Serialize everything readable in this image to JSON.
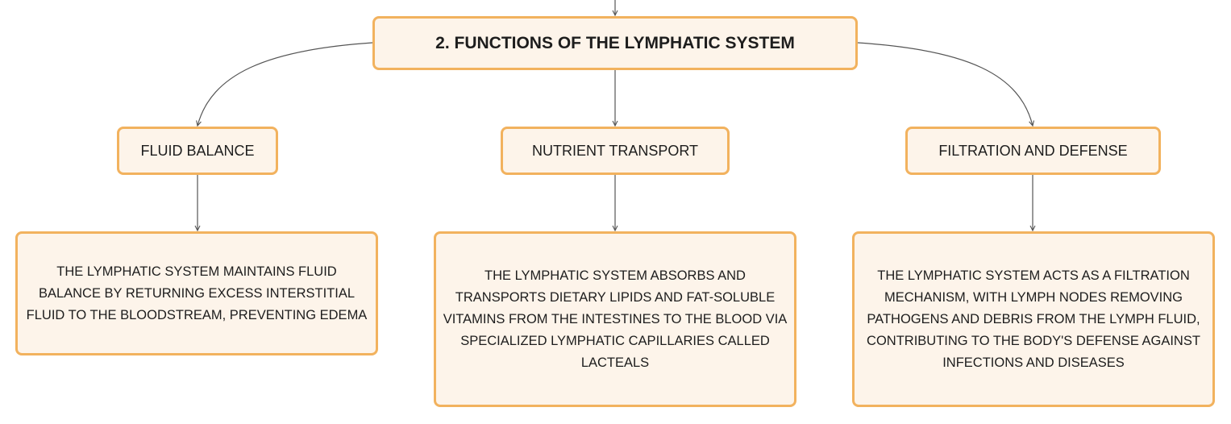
{
  "diagram": {
    "title": "2. FUNCTIONS OF THE LYMPHATIC SYSTEM",
    "branches": [
      {
        "label": "FLUID BALANCE",
        "description": "THE LYMPHATIC SYSTEM MAINTAINS FLUID BALANCE BY RETURNING EXCESS INTERSTITIAL FLUID TO THE BLOODSTREAM, PREVENTING EDEMA"
      },
      {
        "label": "NUTRIENT TRANSPORT",
        "description": "THE LYMPHATIC SYSTEM ABSORBS AND TRANSPORTS DIETARY LIPIDS AND FAT-SOLUBLE VITAMINS FROM THE INTESTINES TO THE BLOOD VIA SPECIALIZED LYMPHATIC CAPILLARIES CALLED LACTEALS"
      },
      {
        "label": "FILTRATION AND DEFENSE",
        "description": "THE LYMPHATIC SYSTEM ACTS AS A FILTRATION MECHANISM, WITH LYMPH NODES REMOVING PATHOGENS AND DEBRIS FROM THE LYMPH FLUID, CONTRIBUTING TO THE BODY'S DEFENSE AGAINST INFECTIONS AND DISEASES"
      }
    ],
    "colors": {
      "node_fill": "#fdf4ea",
      "node_border": "#f2b25e",
      "connector": "#555555",
      "text": "#1d1d1d"
    }
  }
}
